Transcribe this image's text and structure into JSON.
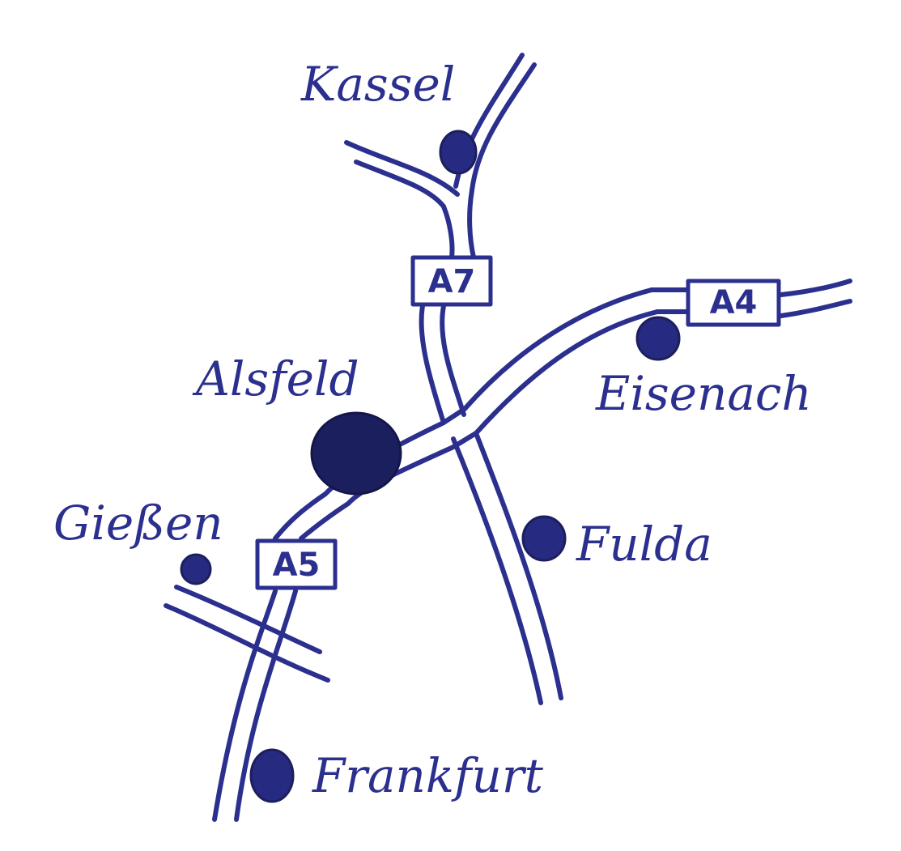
{
  "map": {
    "ink_color": "#2b2f8e",
    "dot_color": "#262a80",
    "big_dot_color": "#1c1f5e"
  },
  "cities": {
    "kassel": "Kassel",
    "alsfeld": "Alsfeld",
    "eisenach": "Eisenach",
    "giessen": "Gießen",
    "fulda": "Fulda",
    "frankfurt": "Frankfurt"
  },
  "highways": {
    "a7": "A7",
    "a4": "A4",
    "a5": "A5"
  }
}
